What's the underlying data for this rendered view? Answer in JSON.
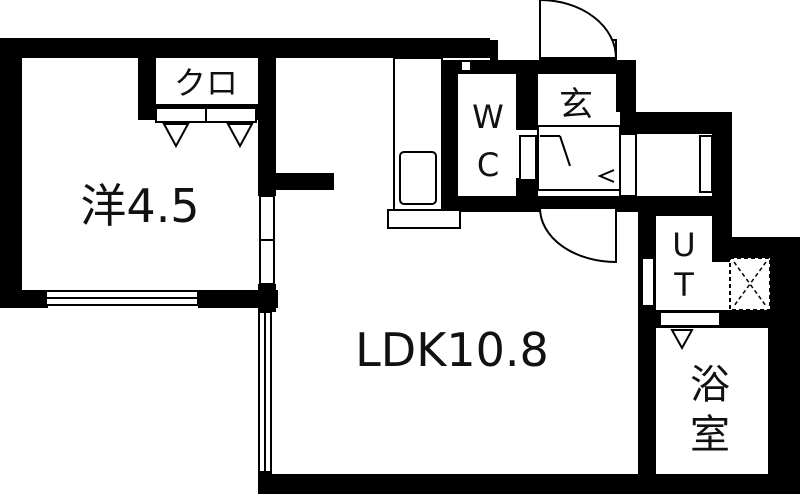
{
  "rooms": {
    "western_room": {
      "label": "洋4.5"
    },
    "closet": {
      "label": "クロ"
    },
    "ldk": {
      "label": "LDK10.8"
    },
    "toilet": {
      "label_line1": "W",
      "label_line2": "C"
    },
    "entrance": {
      "label": "玄"
    },
    "utility": {
      "label_line1": "U",
      "label_line2": "T"
    },
    "bath": {
      "label_line1": "浴",
      "label_line2": "室"
    }
  },
  "colors": {
    "wall": "#000000",
    "background": "#ffffff",
    "fixture_stroke": "#111111"
  }
}
